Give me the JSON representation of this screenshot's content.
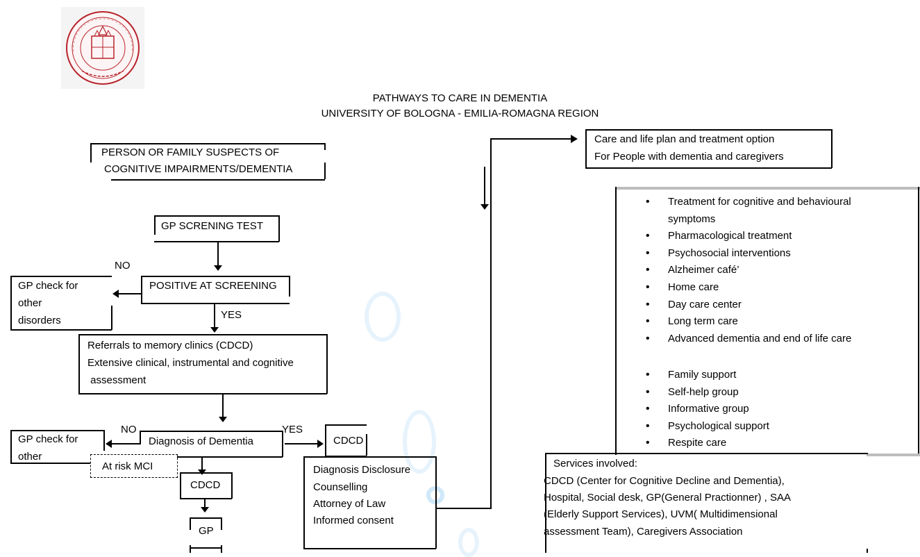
{
  "header": {
    "title_line1": "PATHWAYS TO CARE IN DEMENTIA",
    "title_line2": "UNIVERSITY OF BOLOGNA -  EMILIA-ROMAGNA REGION",
    "seal_text": "ALMA MATER STUDIORUM · A.D. 1088"
  },
  "flow": {
    "suspect": [
      "PERSON OR FAMILY SUSPECTS OF",
      "COGNITIVE IMPAIRMENTS/DEMENTIA"
    ],
    "screening": "GP SCRENING TEST",
    "no_label_1": "NO",
    "positive": "POSITIVE AT SCREENING",
    "gp_check_1": [
      "GP check for",
      "other",
      "disorders"
    ],
    "yes_label_1": "YES",
    "referral": [
      "Referrals to memory clinics (CDCD)",
      "Extensive clinical, instrumental and cognitive",
      " assessment"
    ],
    "no_label_2": "NO",
    "yes_label_2": "YES",
    "diagnosis": "Diagnosis of Dementia",
    "gp_check_2": [
      "GP check for",
      "other"
    ],
    "at_risk": "At risk MCI",
    "cdcd_right": "CDCD",
    "cdcd_bottom": "CDCD",
    "gp": "GP",
    "disclosure": [
      "Diagnosis Disclosure",
      "Counselling",
      "Attorney of Law",
      "Informed consent"
    ]
  },
  "care_plan": [
    "Care and life plan and treatment option",
    "For People with dementia and caregivers"
  ],
  "treatments": [
    "Treatment for cognitive and behavioural",
    "symptoms",
    "Pharmacological treatment",
    "Psychosocial interventions",
    "Alzheimer café’",
    "Home care",
    "Day care center",
    "Long term care",
    "Advanced dementia and end of life care"
  ],
  "support": [
    "Family support",
    "Self-help group",
    "Informative group",
    "Psychological support",
    "Respite care"
  ],
  "services": {
    "title": "Services involved:",
    "lines": [
      "CDCD (Center for Cognitive Decline and Dementia),",
      "Hospital, Social desk, GP(General Practionner) , SAA",
      "(Elderly Support Services), UVM( Multidimensional",
      "assessment Team), Caregivers Association"
    ]
  },
  "colors": {
    "seal": "#b8232c",
    "line": "#000000",
    "watermark": "#d8edfb"
  }
}
